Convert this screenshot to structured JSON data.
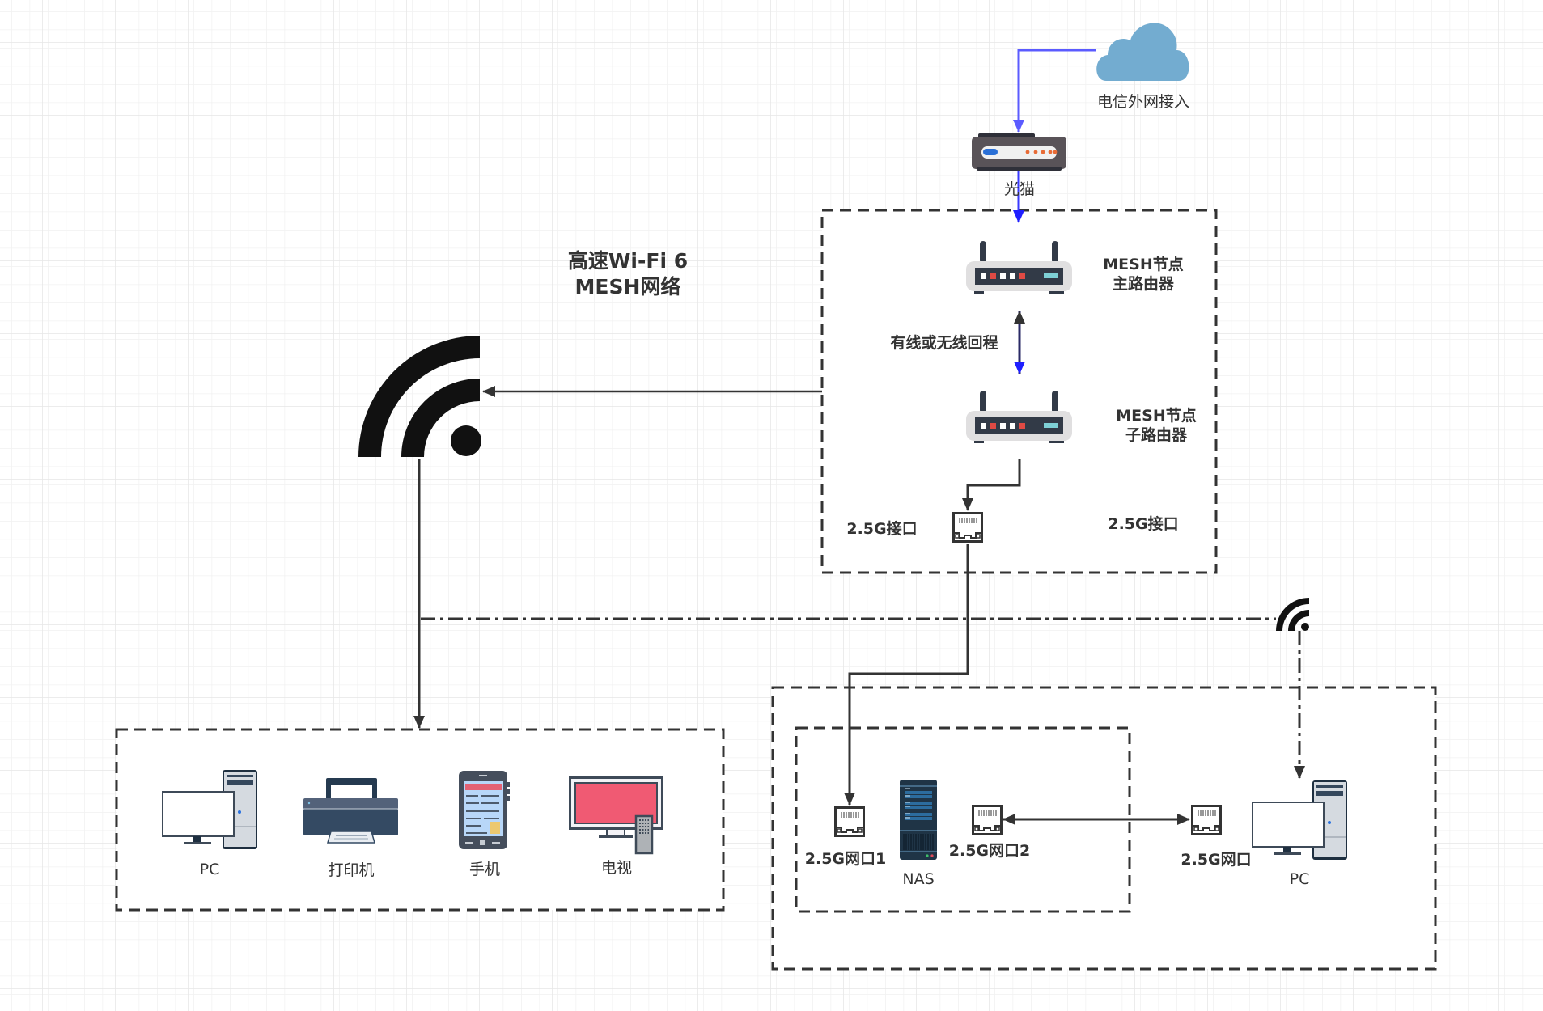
{
  "diagram": {
    "title_line1": "高速Wi-Fi 6",
    "title_line2": "MESH网络",
    "nodes": {
      "cloud": {
        "label": "电信外网接入",
        "icon": "cloud-icon",
        "color": "#73acd0"
      },
      "ont": {
        "label": "光猫",
        "icon": "modem-icon"
      },
      "main_router": {
        "label_line1": "MESH节点",
        "label_line2": "主路由器",
        "icon": "router-icon"
      },
      "sub_router": {
        "label_line1": "MESH节点",
        "label_line2": "子路由器",
        "icon": "router-icon"
      },
      "backhaul": {
        "label": "有线或无线回程"
      },
      "mesh_port_left_label": "2.5G接口",
      "mesh_port_right_label": "2.5G接口",
      "wifi_big": {
        "icon": "wifi-icon"
      },
      "wifi_small": {
        "icon": "wifi-icon"
      },
      "left_group": [
        {
          "label": "PC",
          "icon": "desktop-pc-icon"
        },
        {
          "label": "打印机",
          "icon": "printer-icon"
        },
        {
          "label": "手机",
          "icon": "mobile-phone-icon"
        },
        {
          "label": "电视",
          "icon": "tv-icon"
        }
      ],
      "nas": {
        "label": "NAS",
        "icon": "server-icon"
      },
      "nas_port1": {
        "label": "2.5G网口1",
        "icon": "ethernet-port-icon"
      },
      "nas_port2": {
        "label": "2.5G网口2",
        "icon": "ethernet-port-icon"
      },
      "pc_port": {
        "label": "2.5G网口",
        "icon": "ethernet-port-icon"
      },
      "pc_right": {
        "label": "PC",
        "icon": "desktop-pc-icon"
      }
    },
    "colors": {
      "line": "#333333",
      "blue_link": "#5b5bff",
      "blue_arrow": "#1f1fff",
      "grid_minor": "#f2f2f2",
      "grid_major": "#e6e6e6"
    }
  }
}
